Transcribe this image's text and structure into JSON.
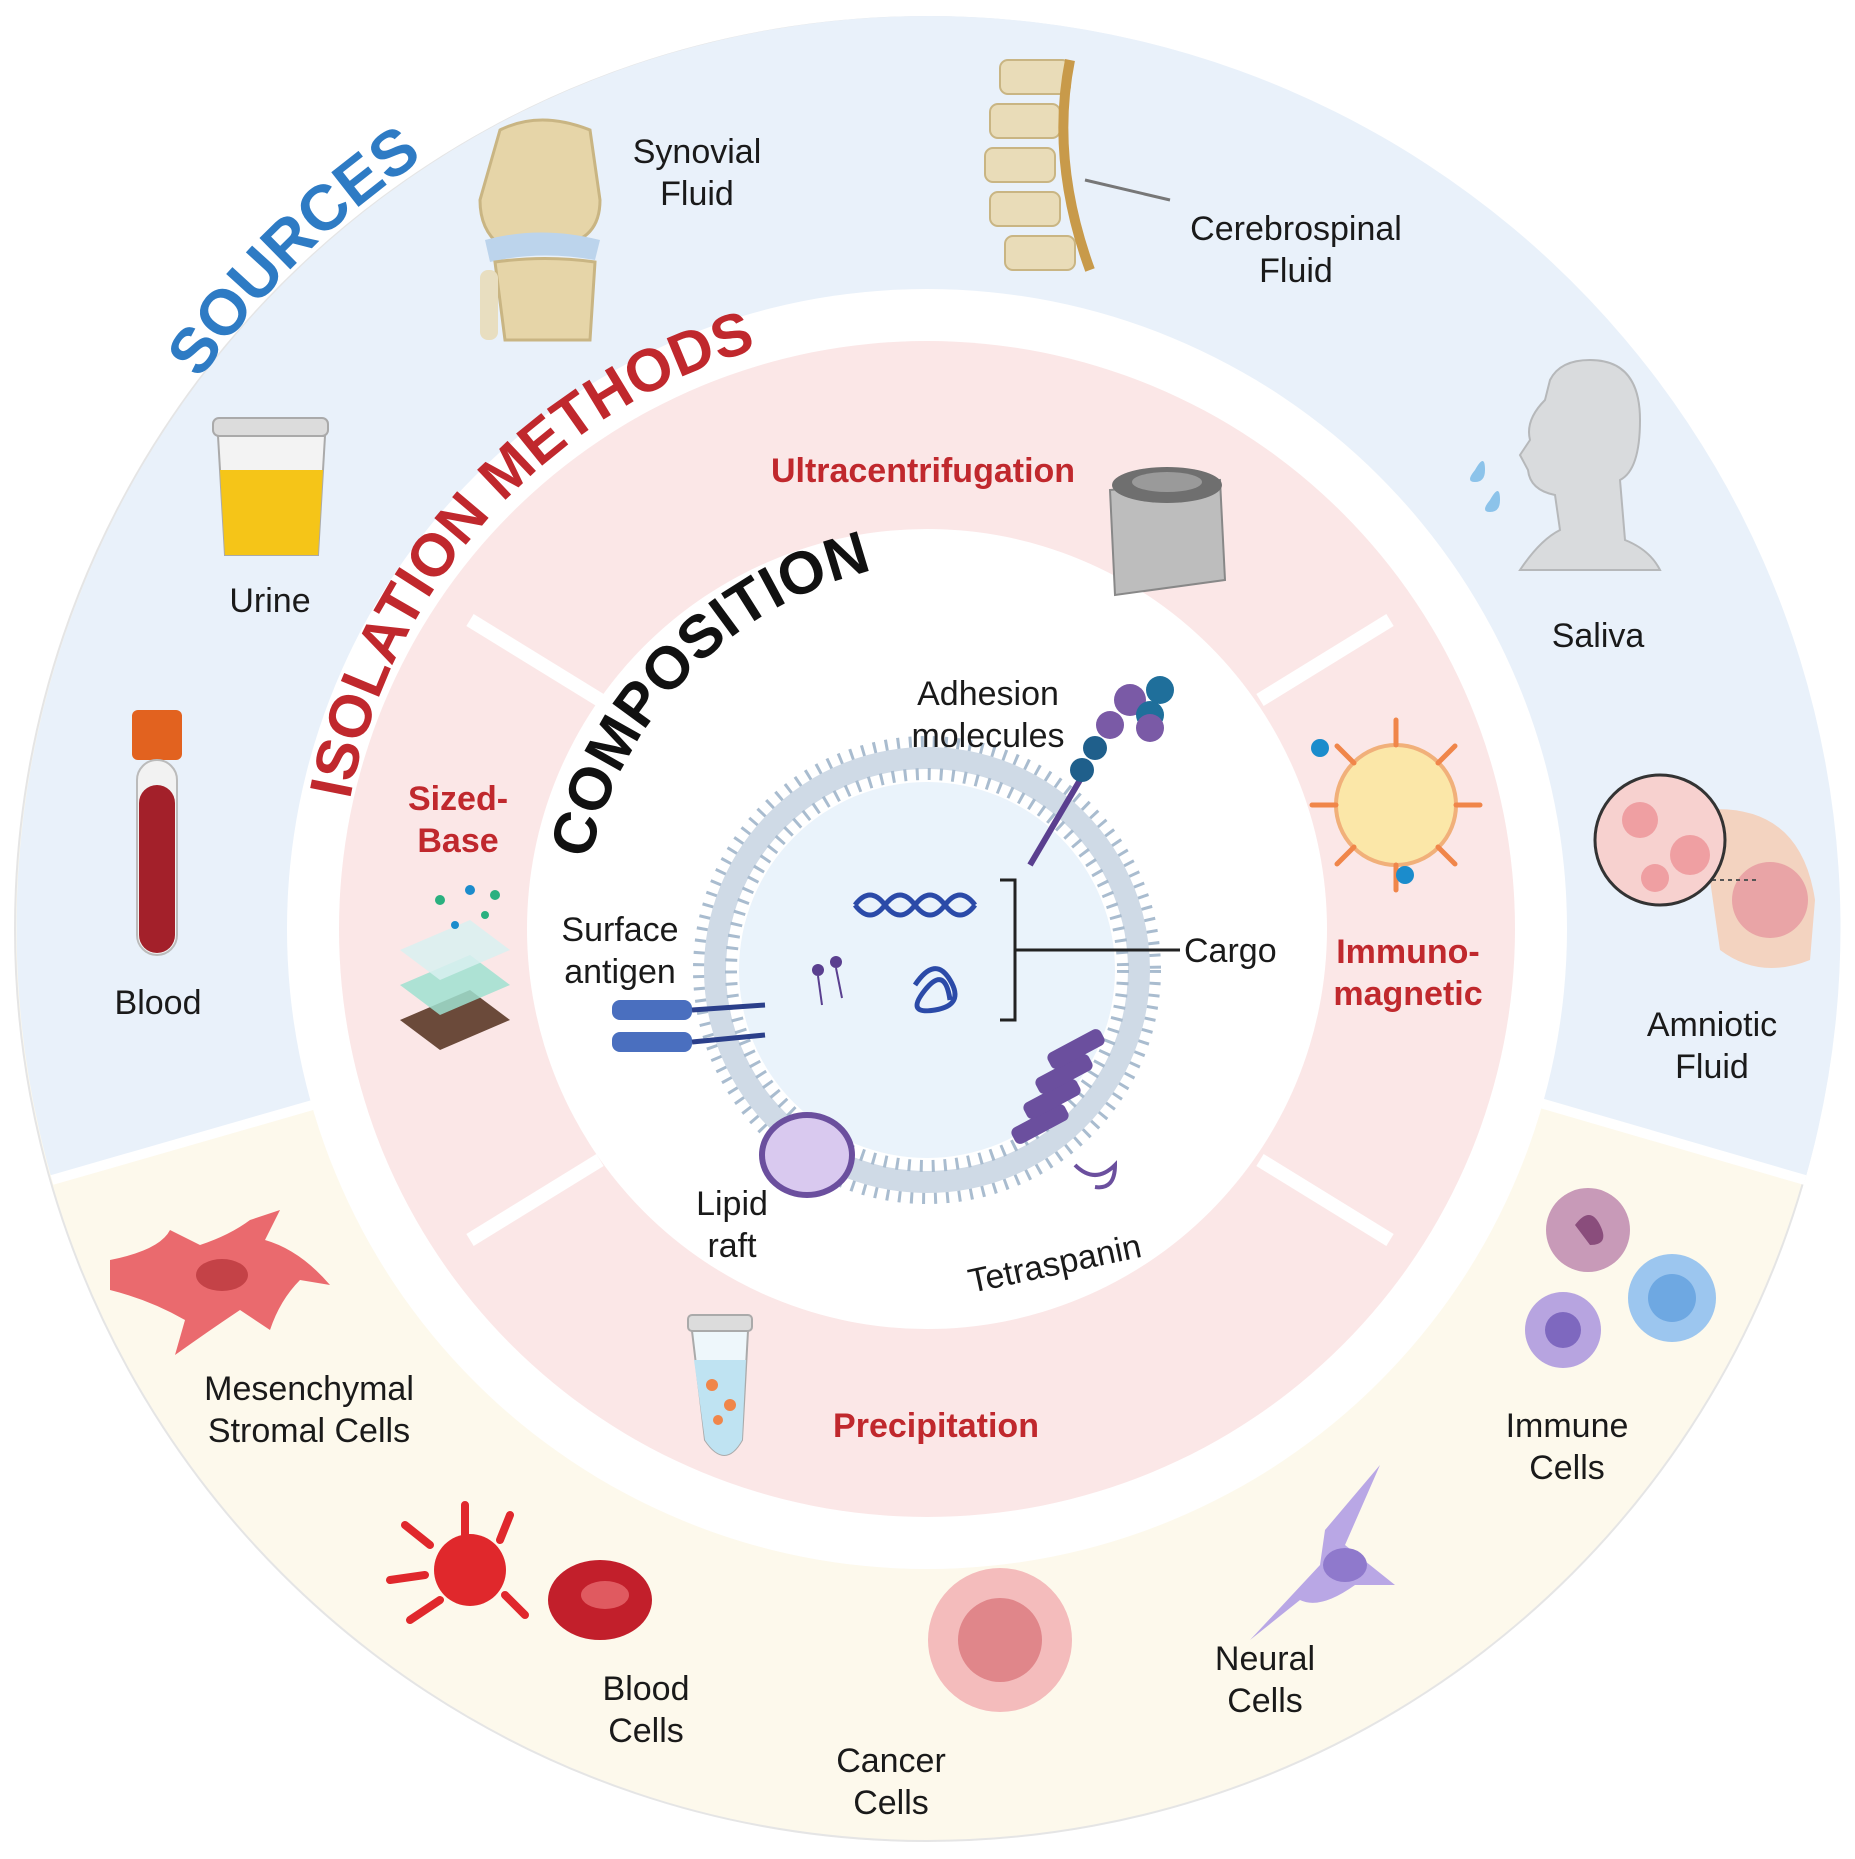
{
  "ring_titles": {
    "sources": "SOURCES",
    "isolation": "ISOLATION METHODS",
    "composition": "COMPOSITION"
  },
  "sources": {
    "synovial": [
      "Synovial",
      "Fluid"
    ],
    "csf": [
      "Cerebrospinal",
      "Fluid"
    ],
    "saliva": [
      "Saliva"
    ],
    "urine": [
      "Urine"
    ],
    "blood": [
      "Blood"
    ],
    "amniotic": [
      "Amniotic",
      "Fluid"
    ],
    "msc": [
      "Mesenchymal",
      "Stromal Cells"
    ],
    "blood_cells": [
      "Blood",
      "Cells"
    ],
    "cancer": [
      "Cancer",
      "Cells"
    ],
    "neural": [
      "Neural",
      "Cells"
    ],
    "immune": [
      "Immune",
      "Cells"
    ]
  },
  "methods": {
    "ultracentrifugation": [
      "Ultracentrifugation"
    ],
    "size": [
      "Sized-",
      "Base"
    ],
    "immuno": [
      "Immuno-",
      "magnetic"
    ],
    "precipitation": [
      "Precipitation"
    ]
  },
  "composition": {
    "adhesion": [
      "Adhesion",
      "molecules"
    ],
    "surface": [
      "Surface",
      "antigen"
    ],
    "cargo": [
      "Cargo"
    ],
    "lipid": [
      "Lipid",
      "raft"
    ],
    "tetraspanin": [
      "Tetraspanin"
    ]
  },
  "colors": {
    "sources_bg": "#e9f1fa",
    "cells_bg": "#fdf9ec",
    "methods_bg": "#fbe7e7",
    "sources_title": "#2e7bc4",
    "methods_title": "#c0282d",
    "composition_title": "#111111",
    "membrane": "#9fb2c7"
  }
}
